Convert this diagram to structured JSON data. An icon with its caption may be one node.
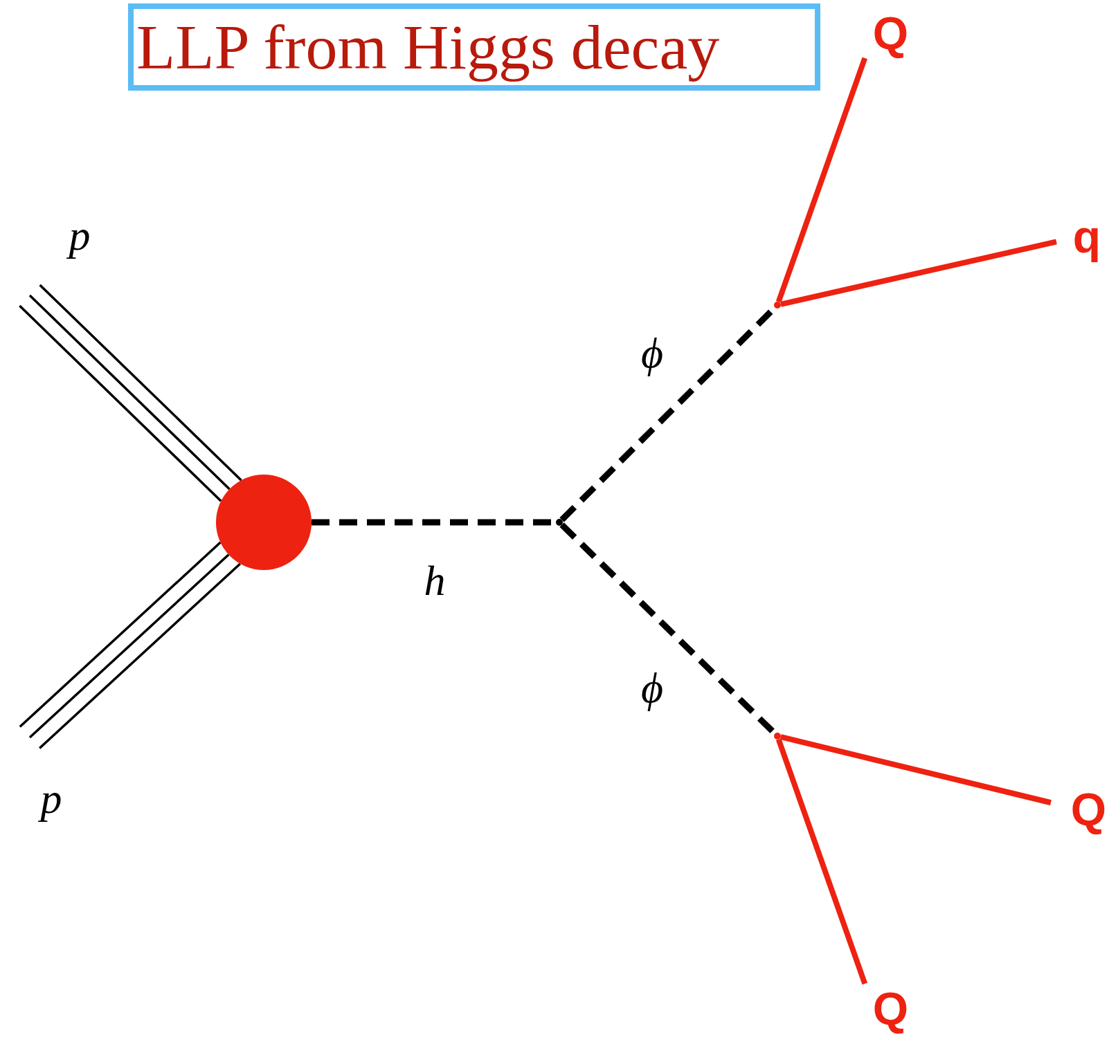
{
  "diagram": {
    "nodes": [
      {
        "text": [
          "LLP from Higgs decay"
        ]
      },
      {
        "text": [],
        "shape": "circle"
      },
      {
        "text": [],
        "shape": "dot"
      },
      {
        "text": [],
        "shape": "dot"
      },
      {
        "text": [],
        "shape": "dot"
      },
      {
        "text": [
          "Q"
        ]
      },
      {
        "text": [
          "q"
        ]
      },
      {
        "text": [
          "Q"
        ]
      },
      {
        "text": [
          "Q"
        ]
      }
    ],
    "edges": [
      {
        "from": null,
        "to": 1,
        "arrow": "none",
        "label": "p"
      },
      {
        "from": null,
        "to": 1,
        "arrow": "none",
        "label": "p"
      },
      {
        "from": 1,
        "to": 2,
        "arrow": "none",
        "label": "h",
        "style": "dashed"
      },
      {
        "from": 2,
        "to": 3,
        "arrow": "none",
        "label": "ϕ",
        "style": "dashed"
      },
      {
        "from": 2,
        "to": 4,
        "arrow": "none",
        "label": "ϕ",
        "style": "dashed"
      },
      {
        "from": 3,
        "to": 5,
        "arrow": "none",
        "color": "#ee2211"
      },
      {
        "from": 3,
        "to": 6,
        "arrow": "none",
        "color": "#ee2211"
      },
      {
        "from": 4,
        "to": 7,
        "arrow": "none",
        "color": "#ee2211"
      },
      {
        "from": 4,
        "to": 8,
        "arrow": "none",
        "color": "#ee2211"
      }
    ]
  }
}
